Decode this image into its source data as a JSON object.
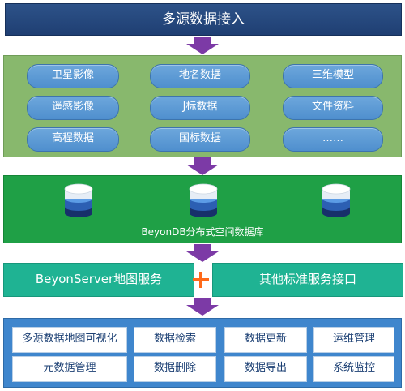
{
  "header": {
    "title": "多源数据接入"
  },
  "sources": {
    "items": [
      "卫星影像",
      "地名数据",
      "三维模型",
      "遥感影像",
      "J标数据",
      "文件资料",
      "高程数据",
      "国标数据",
      "……"
    ]
  },
  "database": {
    "label": "BeyonDB分布式空间数据库"
  },
  "services": {
    "left": "BeyonServer地图服务",
    "plus": "+",
    "right": "其他标准服务接口"
  },
  "apps": {
    "items": [
      "多源数据地图可视化",
      "数据检索",
      "数据更新",
      "运维管理",
      "元数据管理",
      "数据删除",
      "数据导出",
      "系统监控"
    ]
  },
  "colors": {
    "title_bg": "#25497f",
    "source_bg": "#88b86d",
    "pill_bg": "#5a98d6",
    "db_bg": "#1fa046",
    "service_bg": "#1fb393",
    "plus": "#ff6a1a",
    "apps_bg": "#3f86cd",
    "arrow": "#7c3aa6"
  }
}
